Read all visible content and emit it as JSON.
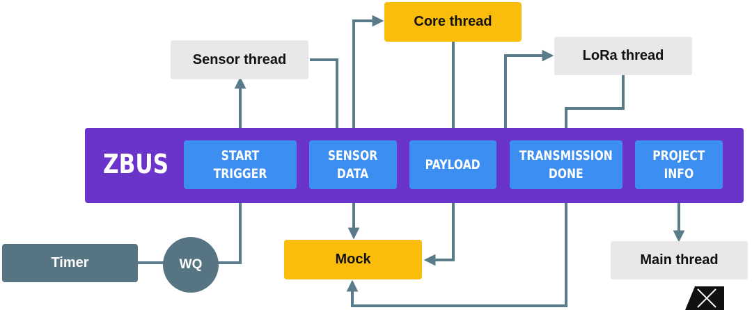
{
  "diagram": {
    "bus_label": "ZBUS",
    "channels": [
      {
        "id": "start-trigger",
        "label": "START TRIGGER"
      },
      {
        "id": "sensor-data",
        "label": "SENSOR\nDATA"
      },
      {
        "id": "payload",
        "label": "PAYLOAD"
      },
      {
        "id": "transmission-done",
        "label": "TRANSMISSION\nDONE"
      },
      {
        "id": "project-info",
        "label": "PROJECT\nINFO"
      }
    ],
    "nodes": {
      "core_thread": "Core thread",
      "sensor_thread": "Sensor thread",
      "lora_thread": "LoRa thread",
      "mock": "Mock",
      "main_thread": "Main thread",
      "timer": "Timer",
      "wq": "WQ"
    },
    "colors": {
      "bus": "#6a33c9",
      "channel": "#3c8ef0",
      "highlight_node": "#fbbd0c",
      "plain_node": "#e8e8e8",
      "timer_node": "#567482",
      "arrow": "#5a7b8a"
    }
  }
}
